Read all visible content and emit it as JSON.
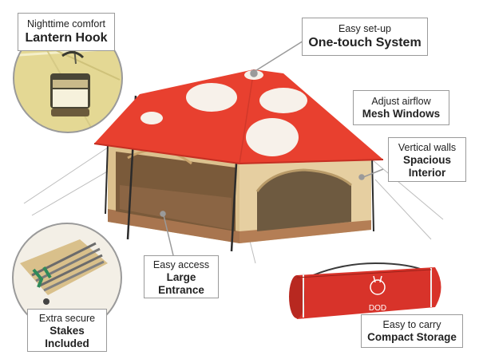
{
  "callouts": {
    "lantern": {
      "sub": "Nighttime comfort",
      "main": "Lantern Hook"
    },
    "setup": {
      "sub": "Easy set-up",
      "main": "One-touch System"
    },
    "airflow": {
      "sub": "Adjust airflow",
      "main": "Mesh Windows"
    },
    "walls": {
      "sub": "Vertical walls",
      "main1": "Spacious",
      "main2": "Interior"
    },
    "access": {
      "sub": "Easy access",
      "main1": "Large",
      "main2": "Entrance"
    },
    "stakes": {
      "sub": "Extra secure",
      "main1": "Stakes",
      "main2": "Included"
    },
    "carry": {
      "sub": "Easy to carry",
      "main": "Compact Storage"
    }
  },
  "colors": {
    "roof_red": "#e8402f",
    "roof_dots": "#f7f1ea",
    "canvas_beige": "#e6cfa1",
    "floor_brown": "#a8754f",
    "bag_red": "#d8332a"
  },
  "bag_logo": "DOD"
}
